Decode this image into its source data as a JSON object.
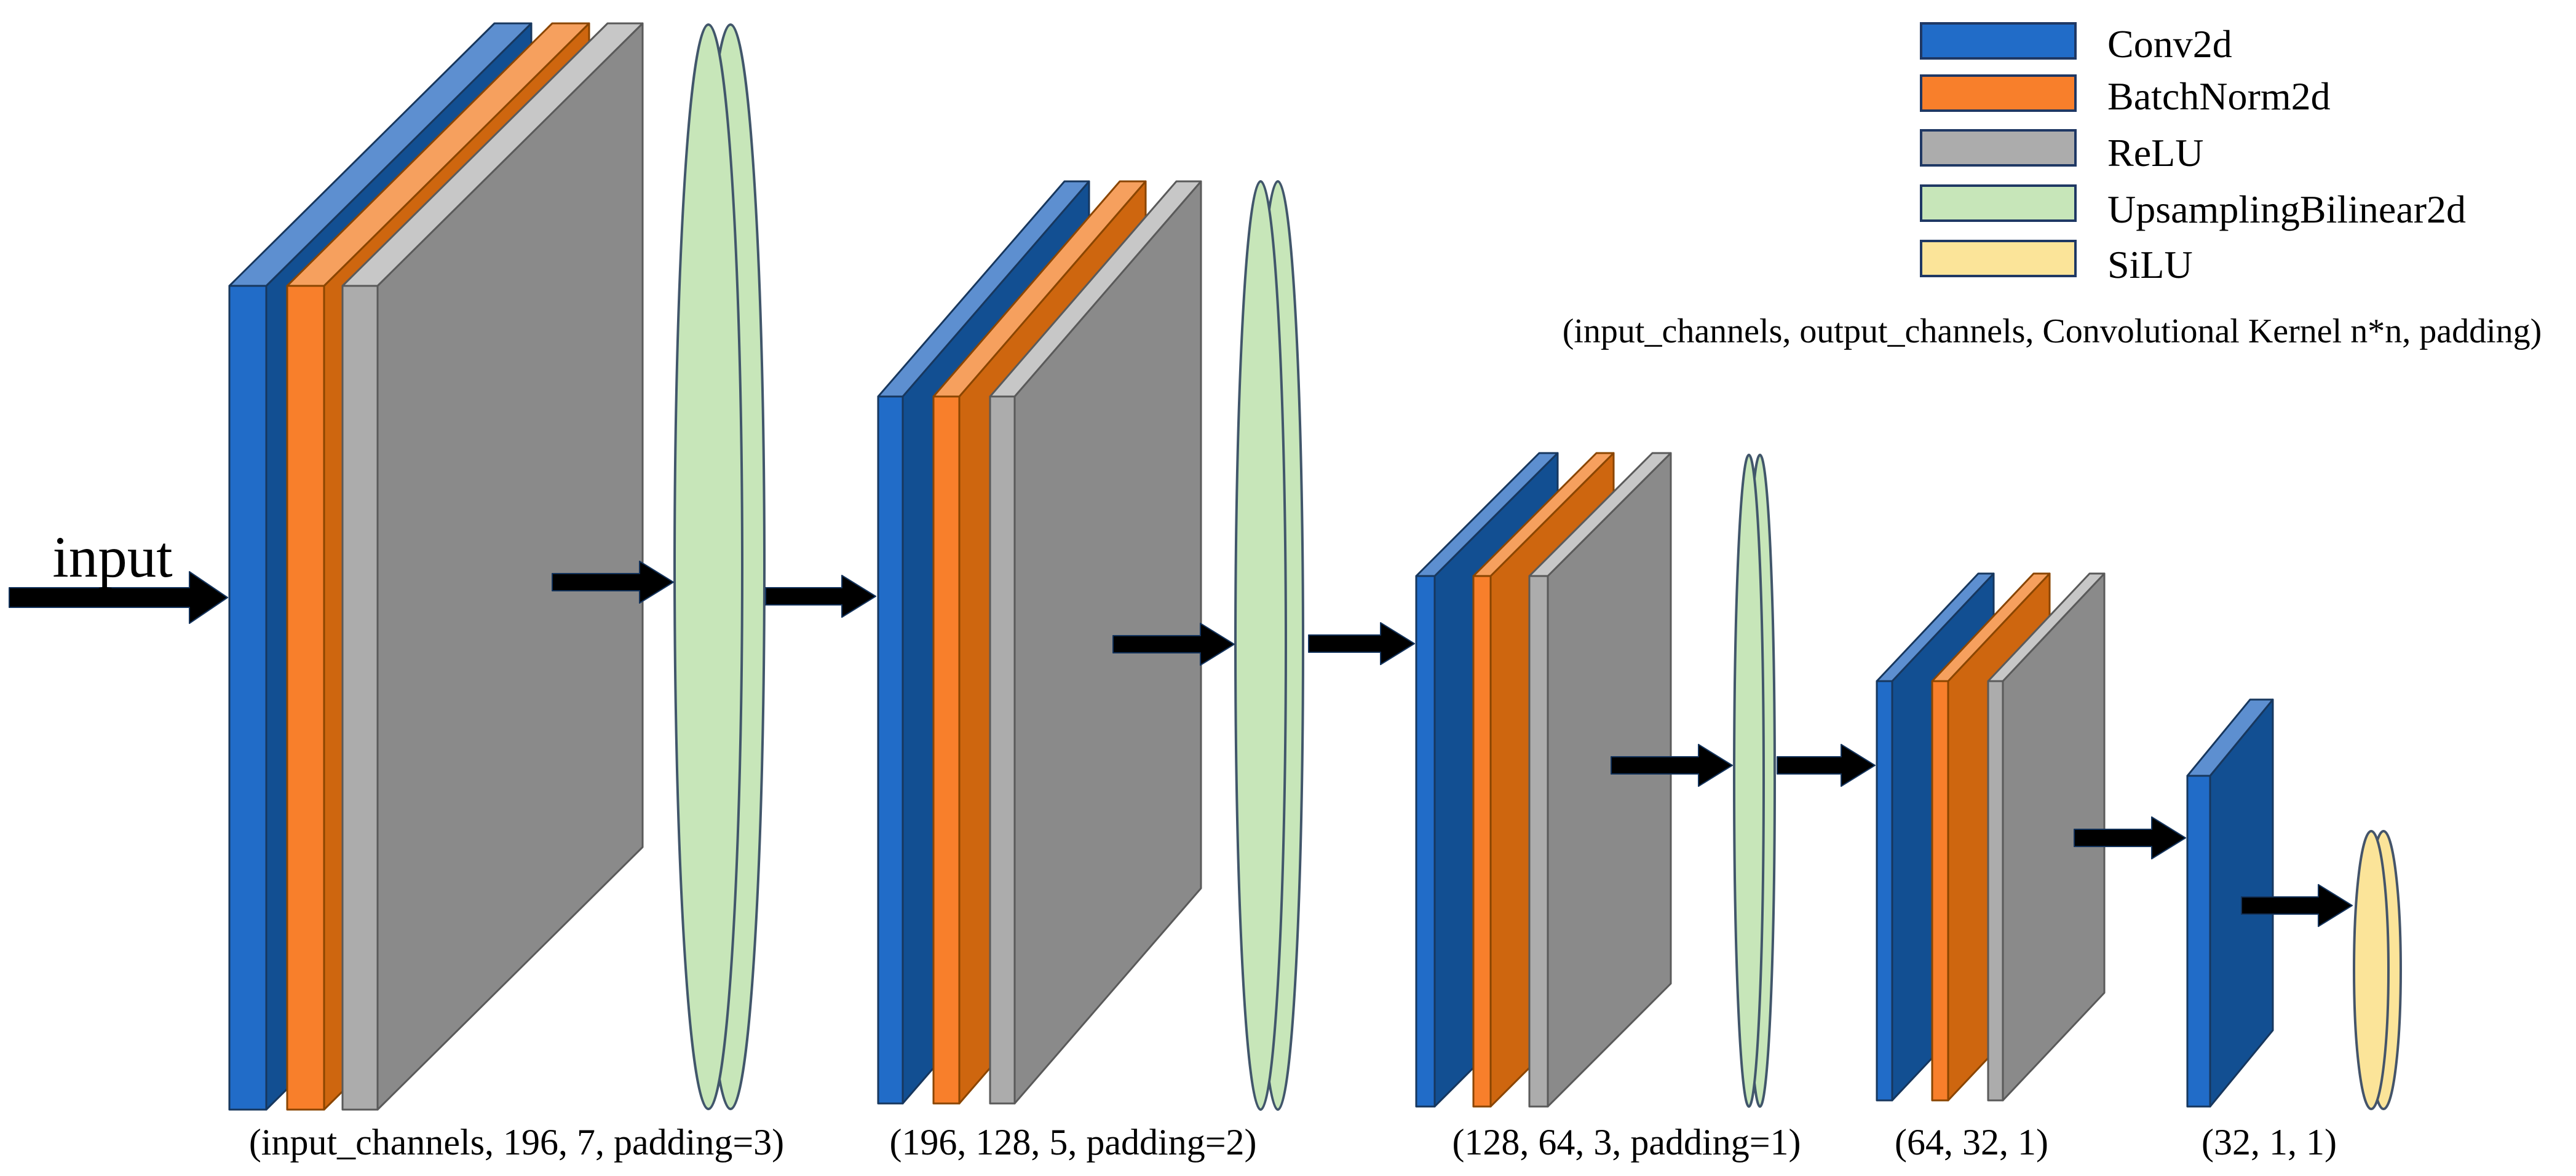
{
  "input_label": "input",
  "annotation": "(input_channels, output_channels, Convolutional Kernel n*n, padding)",
  "legend": {
    "items": [
      {
        "label": "Conv2d",
        "color_key": "conv2d"
      },
      {
        "label": "BatchNorm2d",
        "color_key": "batchnorm2d"
      },
      {
        "label": "ReLU",
        "color_key": "relu"
      },
      {
        "label": "UpsamplingBilinear2d",
        "color_key": "upsamplingbilinear2d"
      },
      {
        "label": "SiLU",
        "color_key": "silu"
      }
    ]
  },
  "blocks": [
    {
      "caption": "(input_channels, 196, 7, padding=3)",
      "layers": [
        "conv2d",
        "batchnorm2d",
        "relu"
      ],
      "followed_by": "upsamplingbilinear2d"
    },
    {
      "caption": "(196, 128, 5, padding=2)",
      "layers": [
        "conv2d",
        "batchnorm2d",
        "relu"
      ],
      "followed_by": "upsamplingbilinear2d"
    },
    {
      "caption": "(128, 64, 3, padding=1)",
      "layers": [
        "conv2d",
        "batchnorm2d",
        "relu"
      ],
      "followed_by": "upsamplingbilinear2d"
    },
    {
      "caption": "(64, 32, 1)",
      "layers": [
        "conv2d",
        "batchnorm2d",
        "relu"
      ],
      "followed_by": null
    },
    {
      "caption": "(32, 1, 1)",
      "layers": [
        "conv2d"
      ],
      "followed_by": "silu"
    }
  ],
  "colors": {
    "conv2d": "#216CC8",
    "conv2d_top": "#5D8FD0",
    "conv2d_side": "#124F92",
    "conv2d_stroke": "#17375E",
    "batchnorm2d": "#F87F2B",
    "batchnorm2d_top": "#F6A05E",
    "batchnorm2d_side": "#CE660F",
    "batchnorm2d_stroke": "#8A4500",
    "relu": "#ACACAC",
    "relu_top": "#C7C7C7",
    "relu_side": "#8A8A8A",
    "relu_stroke": "#5A5A5A",
    "upsamplingbilinear2d": "#C7E6B9",
    "upsamplingbilinear2d_stroke": "#41566B",
    "silu": "#FBE499",
    "silu_stroke": "#44546A",
    "arrow": "#000000",
    "legend_border": "#1F3864",
    "text": "#000000",
    "background": "#FFFFFF"
  }
}
